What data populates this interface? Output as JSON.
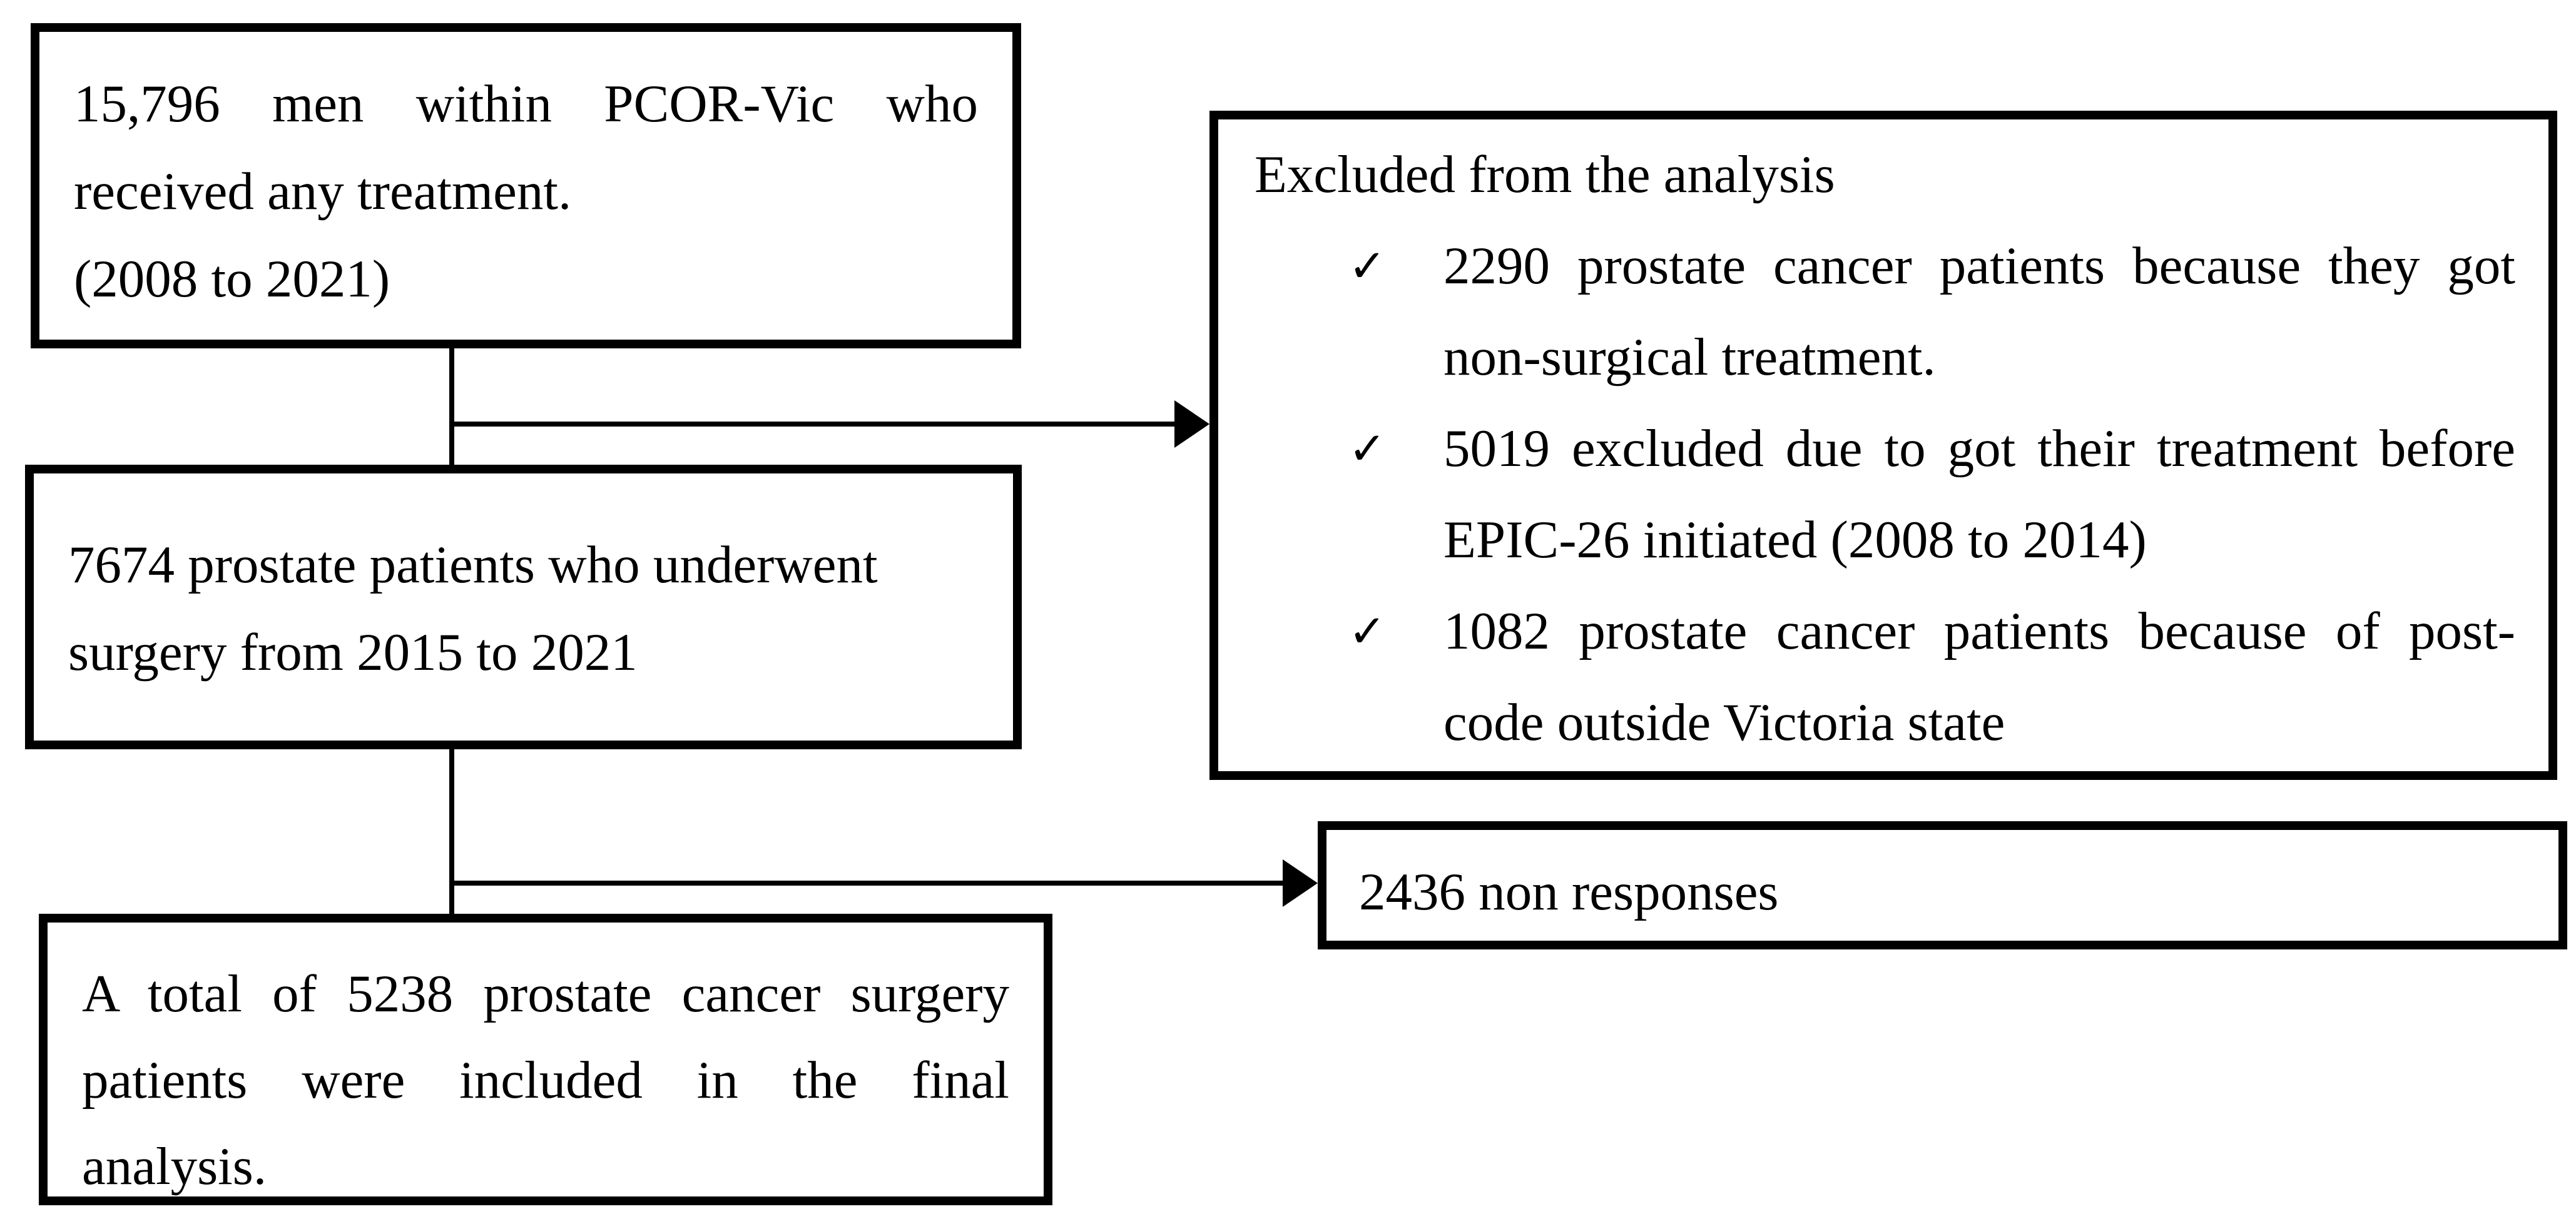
{
  "figure": {
    "colors": {
      "ink": "#000000",
      "background": "#ffffff"
    },
    "boxes": {
      "initial_cohort": {
        "lines": [
          "15,796 men within PCOR-Vic who",
          "received any treatment.",
          "(2008 to 2021)"
        ]
      },
      "surgery_cohort": {
        "lines": [
          "7674 prostate patients who underwent",
          "surgery from 2015 to 2021"
        ]
      },
      "final_cohort": {
        "lines": [
          "A total of 5238 prostate cancer surgery",
          "patients were included in the final",
          "analysis."
        ]
      },
      "exclusions": {
        "title": "Excluded from the analysis",
        "items": [
          {
            "check": "✓",
            "lines": [
              "2290 prostate cancer patients because they got",
              "non-surgical treatment."
            ]
          },
          {
            "check": "✓",
            "lines": [
              "5019 excluded due to got their treatment before",
              "EPIC-26 initiated (2008 to 2014)"
            ]
          },
          {
            "check": "✓",
            "lines": [
              "1082 prostate cancer patients because of post-",
              "code outside Victoria state"
            ]
          }
        ]
      },
      "non_responses": {
        "lines": [
          "2436 non responses"
        ]
      }
    }
  }
}
